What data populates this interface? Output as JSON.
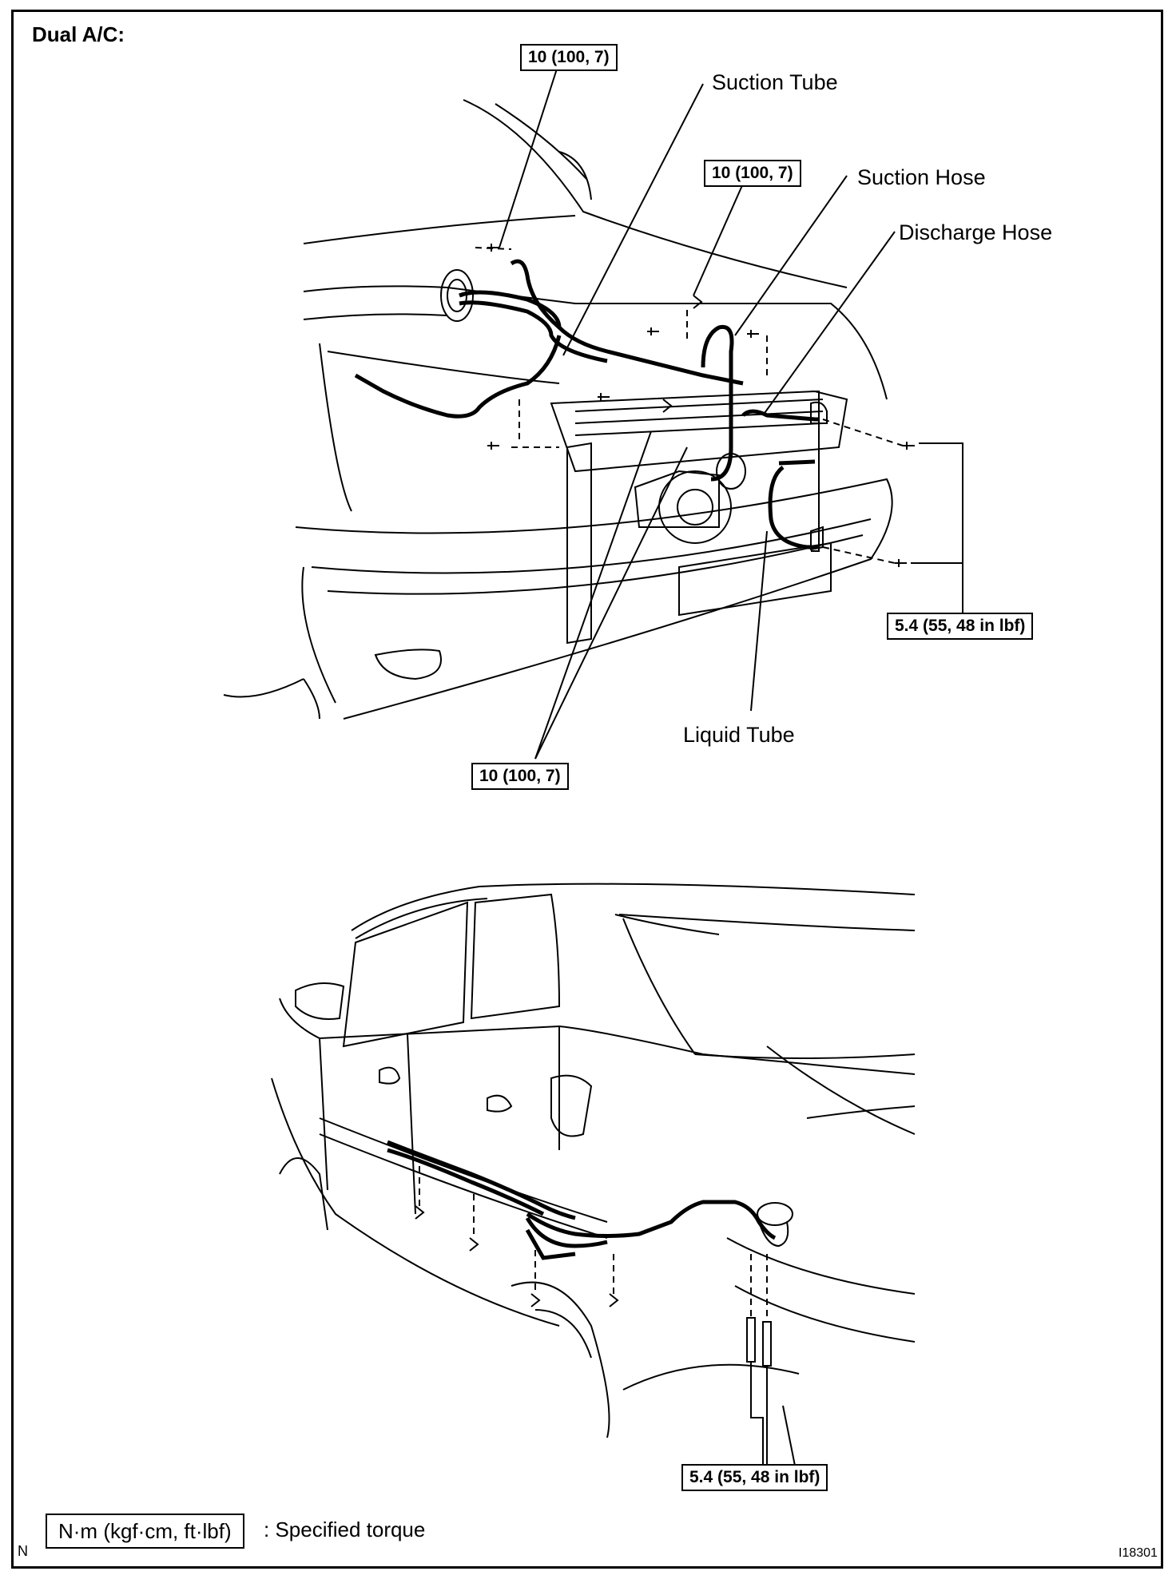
{
  "title": "Dual A/C:",
  "labels": {
    "suction_tube": "Suction Tube",
    "suction_hose": "Suction Hose",
    "discharge_hose": "Discharge Hose",
    "liquid_tube": "Liquid Tube"
  },
  "torque_values": {
    "top_left": "10 (100, 7)",
    "mid": "10 (100, 7)",
    "lower_front": "10 (100, 7)",
    "right_front": "5.4 (55, 48 in lbf)",
    "rear": "5.4 (55, 48 in lbf)"
  },
  "legend": {
    "unit_box": "N·m (kgf·cm, ft·lbf)",
    "description": ": Specified torque"
  },
  "corner_mark": "N",
  "figure_code": "I18301"
}
